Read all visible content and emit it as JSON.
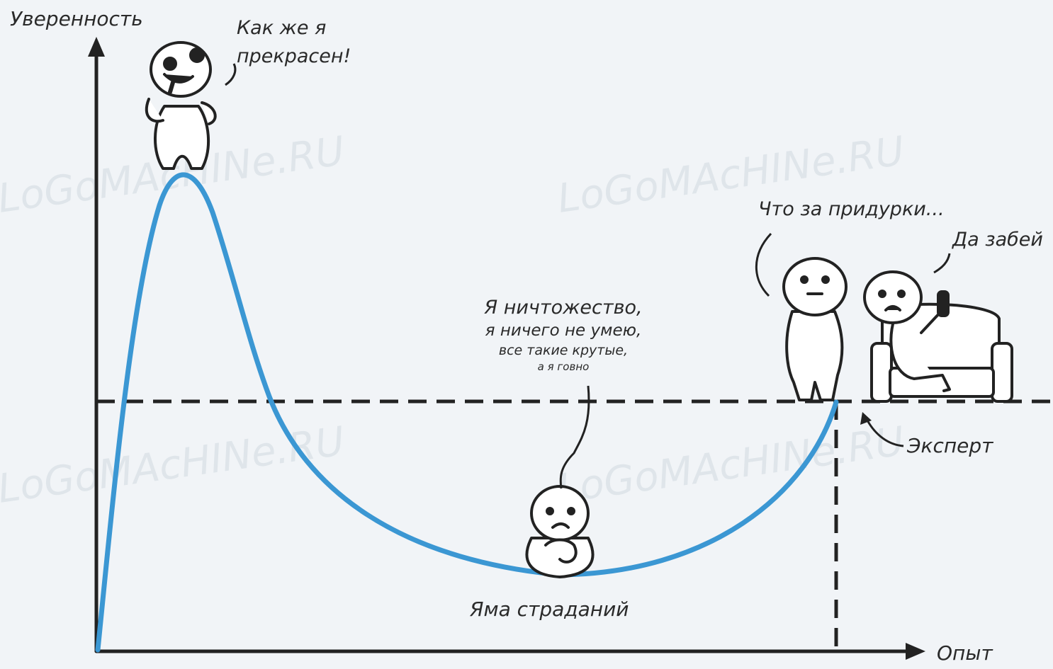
{
  "axes": {
    "y_label": "Уверенность",
    "x_label": "Опыт"
  },
  "annotations": {
    "peak_speech": [
      "Как же я",
      "прекрасен!"
    ],
    "pit_speech": [
      "Я ничтожество,",
      "я ничего не умею,",
      "все такие крутые,",
      "а я говно"
    ],
    "pit_label": "Яма страданий",
    "expert_speech": "Что за придурки...",
    "sofa_speech": "Да забей",
    "expert_label": "Эксперт"
  },
  "watermark": "LoGoMAcHINe.RU",
  "colors": {
    "background": "#f1f4f7",
    "curve": "#3b97d3",
    "ink": "#222222",
    "watermark": "#dde3e9"
  }
}
